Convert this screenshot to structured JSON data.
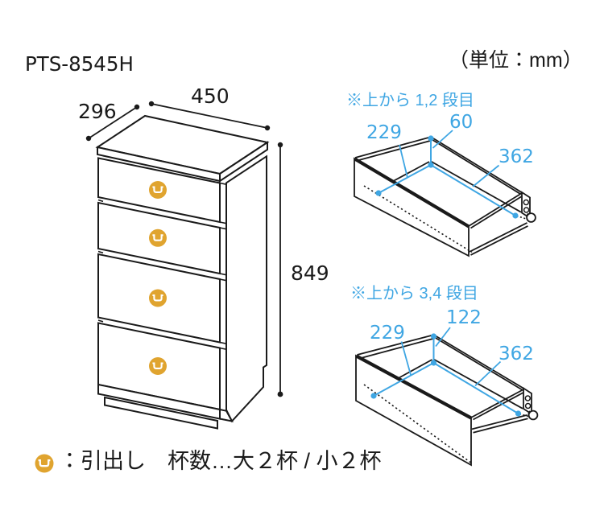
{
  "header": {
    "product_code": "PTS-8545H",
    "unit_note": "（単位：mm）"
  },
  "colors": {
    "line": "#1a1a1a",
    "dimension_blue": "#3FA6E3",
    "handle_gold": "#E0A42F"
  },
  "cabinet_diagram": {
    "width_mm": "450",
    "depth_mm": "296",
    "height_mm": "849",
    "drawer_count": 4,
    "handle_icon": "recessed-pull-handle"
  },
  "drawer_diagrams": [
    {
      "title": "※上から 1,2 段目",
      "inner_depth_mm": "229",
      "inner_height_mm": "60",
      "inner_width_mm": "362"
    },
    {
      "title": "※上から 3,4 段目",
      "inner_depth_mm": "229",
      "inner_height_mm": "122",
      "inner_width_mm": "362"
    }
  ],
  "legend": {
    "icon": "drawer-handle-icon",
    "label": "：引出し　杯数…大２杯 / 小２杯"
  }
}
